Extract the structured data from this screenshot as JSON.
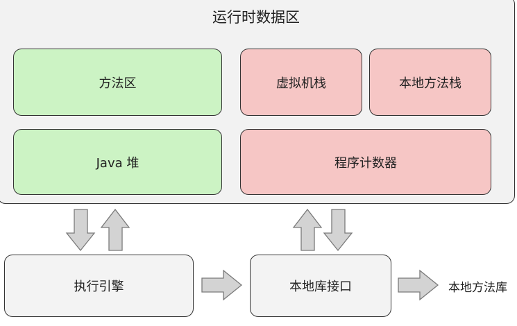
{
  "runtime_area": {
    "title": "运行时数据区"
  },
  "areas": {
    "method_area": "方法区",
    "vm_stack": "虚拟机栈",
    "native_method_stack": "本地方法栈",
    "java_heap": "Java 堆",
    "program_counter": "程序计数器"
  },
  "bottom": {
    "execution_engine": "执行引擎",
    "native_interface": "本地库接口",
    "native_library": "本地方法库"
  },
  "colors": {
    "runtime_bg": "#f2f2f2",
    "shared_area": "#ccf3c4",
    "thread_private_area": "#f6c6c5",
    "module_bg": "#f3f3f3",
    "arrow_fill": "#d3d3d3"
  }
}
